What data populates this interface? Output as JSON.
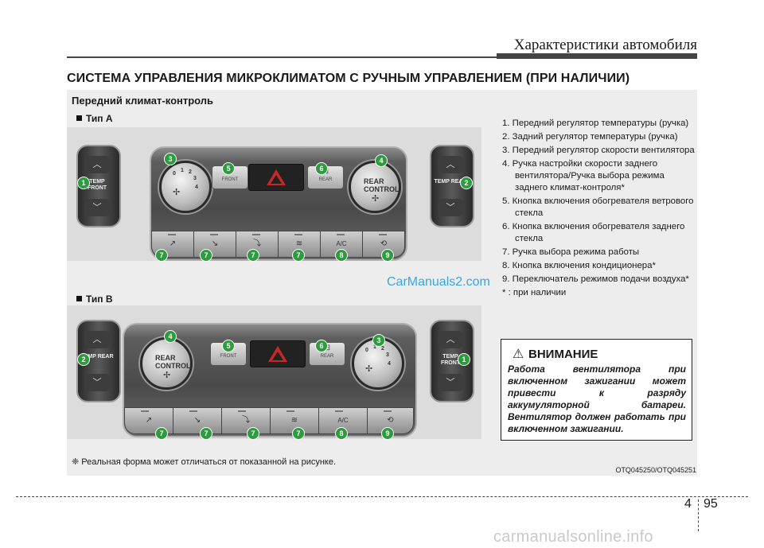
{
  "header": {
    "section_title": "Характеристики автомобиля"
  },
  "main_heading": "СИСТЕМА УПРАВЛЕНИЯ МИКРОКЛИМАТОМ С РУЧНЫМ УПРАВЛЕНИЕМ (ПРИ НАЛИЧИИ)",
  "panel": {
    "subtitle": "Передний климат-контроль",
    "type_a": "Тип A",
    "type_b": "Тип B",
    "watermark": "CarManuals2.com",
    "controls": {
      "temp_front": "TEMP FRONT",
      "temp_rear": "TEMP REAR",
      "rear_control": "REAR CONTROL",
      "front_btn": "FRONT",
      "rear_btn": "REAR",
      "ac": "A/C"
    },
    "badges_a": {
      "b1": "1",
      "b2": "2",
      "b3": "3",
      "b4": "4",
      "b5": "5",
      "b6": "6",
      "b7a": "7",
      "b7b": "7",
      "b7c": "7",
      "b7d": "7",
      "b8": "8",
      "b9": "9"
    },
    "badges_b": {
      "b1": "1",
      "b2": "2",
      "b3": "3",
      "b4": "4",
      "b5": "5",
      "b6": "6",
      "b7a": "7",
      "b7b": "7",
      "b7c": "7",
      "b7d": "7",
      "b8": "8",
      "b9": "9"
    },
    "legend": [
      "1. Передний регулятор температуры (ручка)",
      "2. Задний регулятор температуры (ручка)",
      "3. Передний регулятор скорости вентилятора",
      "4. Ручка настройки скорости заднего вентилятора/Ручка выбора режима заднего климат-контроля*",
      "5. Кнопка включения обогревателя ветрового стекла",
      "6. Кнопка включения обогревателя заднего стекла",
      "7. Ручка выбора режима работы",
      "8. Кнопка включения кондиционера*",
      "9. Переключатель режимов подачи воздуха*",
      "* : при наличии"
    ],
    "warning": {
      "title": "ВНИМАНИЕ",
      "body": "Работа вентилятора при включенном зажигании может привести к разряду аккумуляторной батареи.",
      "body_last": "Вентилятор должен работать при включенном зажигании."
    },
    "footnote": "❈ Реальная форма может отличаться от показанной на рисунке.",
    "image_code": "OTQ045250/OTQ045251"
  },
  "footer": {
    "chapter": "4",
    "page": "95",
    "watermark": "carmanualsonline.info"
  },
  "colors": {
    "badge": "#2e9b3f",
    "watermark_blue": "#3aa6e0",
    "hazard_red": "#c62828"
  }
}
